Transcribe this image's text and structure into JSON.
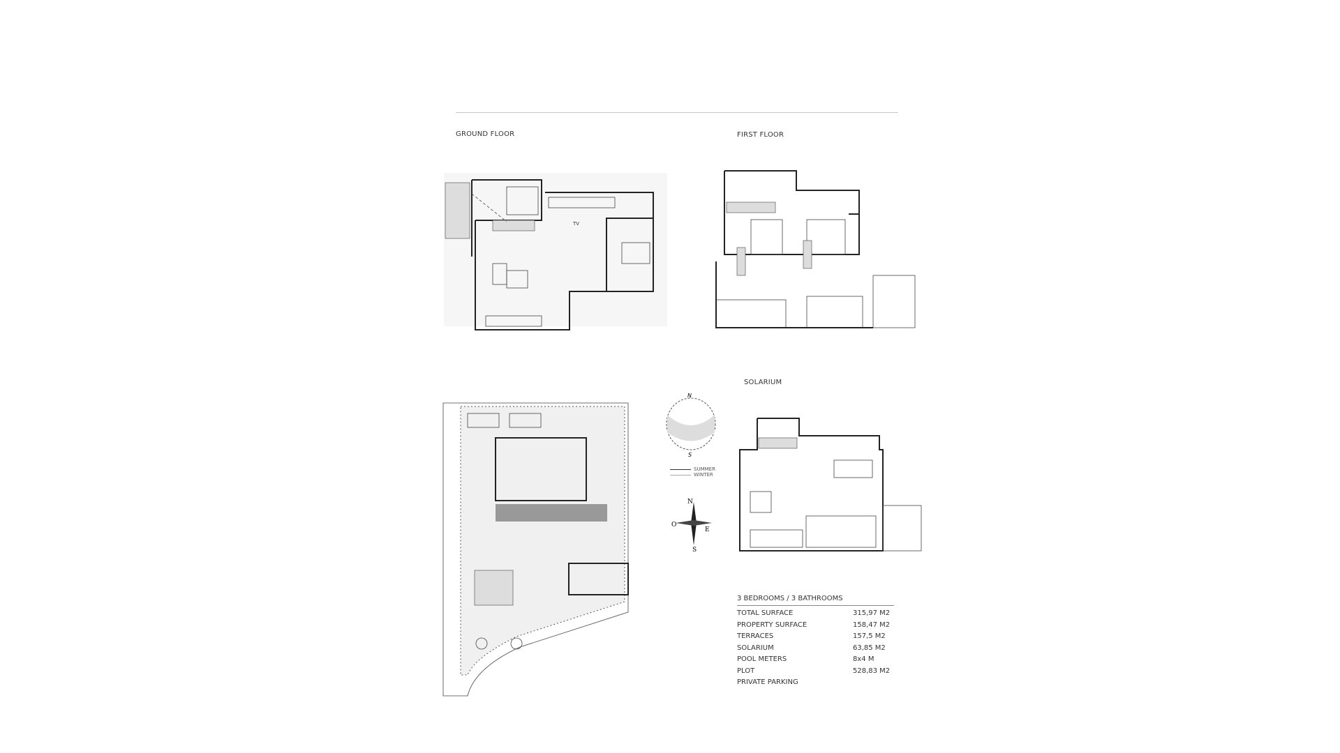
{
  "sections": {
    "ground_floor": "GROUND FLOOR",
    "first_floor": "FIRST FLOOR",
    "solarium": "SOLARIUM"
  },
  "sun_diagram": {
    "north": "N",
    "south": "S",
    "legend": [
      "SUMMER",
      "WINTER"
    ]
  },
  "compass": {
    "n": "N",
    "e": "E",
    "s": "S",
    "o": "O"
  },
  "plan_labels": {
    "tv": "TV"
  },
  "specs": {
    "header": "3 BEDROOMS / 3 BATHROOMS",
    "rows": [
      {
        "label": "TOTAL SURFACE",
        "value": "315,97 M2"
      },
      {
        "label": "PROPERTY SURFACE",
        "value": "158,47 M2"
      },
      {
        "label": "TERRACES",
        "value": "157,5 M2"
      },
      {
        "label": "SOLARIUM",
        "value": "63,85 M2"
      },
      {
        "label": "POOL METERS",
        "value": "8x4 M"
      },
      {
        "label": "PLOT",
        "value": "528,83 M2"
      },
      {
        "label": "PRIVATE PARKING",
        "value": ""
      }
    ]
  }
}
